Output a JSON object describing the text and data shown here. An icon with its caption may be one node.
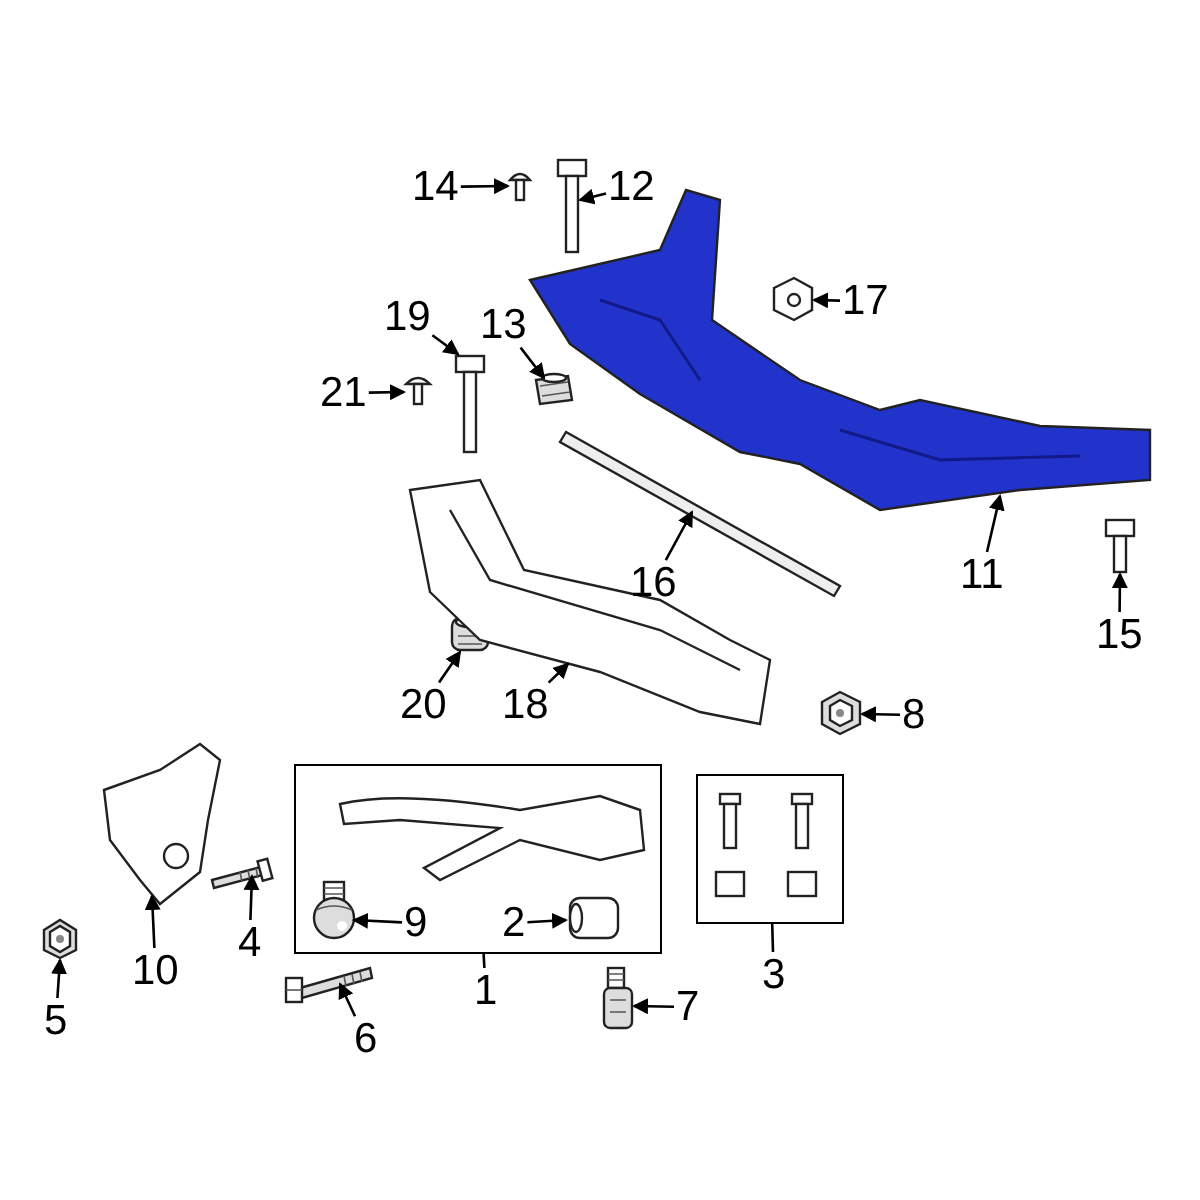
{
  "diagram": {
    "nodes": [
      {
        "text": [
          "14"
        ]
      },
      {
        "text": [
          "12"
        ]
      },
      {
        "text": [
          "17"
        ]
      },
      {
        "text": [
          "19"
        ]
      },
      {
        "text": [
          "13"
        ]
      },
      {
        "text": [
          "21"
        ]
      },
      {
        "text": [
          "16"
        ]
      },
      {
        "text": [
          "11"
        ]
      },
      {
        "text": [
          "15"
        ]
      },
      {
        "text": [
          "20"
        ]
      },
      {
        "text": [
          "18"
        ]
      },
      {
        "text": [
          "8"
        ]
      },
      {
        "text": [],
        "shape": "box"
      },
      {
        "text": [
          "9"
        ],
        "in": 12
      },
      {
        "text": [
          "2"
        ],
        "in": 12
      },
      {
        "text": [],
        "shape": "box"
      },
      {
        "text": [
          "10"
        ]
      },
      {
        "text": [
          "4"
        ]
      },
      {
        "text": [
          "5"
        ]
      },
      {
        "text": [
          "1"
        ]
      },
      {
        "text": [
          "6"
        ]
      },
      {
        "text": [
          "7"
        ]
      },
      {
        "text": [
          "3"
        ]
      },
      {
        "text": [],
        "shape": "picture"
      },
      {
        "text": [],
        "shape": "picture"
      },
      {
        "text": [],
        "shape": "picture"
      },
      {
        "text": [],
        "shape": "picture"
      },
      {
        "text": [],
        "shape": "picture"
      },
      {
        "text": [],
        "shape": "picture"
      },
      {
        "text": [],
        "shape": "picture"
      },
      {
        "text": [],
        "shape": "picture"
      },
      {
        "text": [],
        "shape": "picture"
      },
      {
        "text": [],
        "shape": "picture"
      },
      {
        "text": [],
        "shape": "picture"
      },
      {
        "text": [],
        "shape": "picture"
      },
      {
        "text": [],
        "shape": "picture",
        "in": 12
      },
      {
        "text": [],
        "shape": "picture",
        "in": 12
      },
      {
        "text": [],
        "shape": "picture"
      },
      {
        "text": [],
        "shape": "picture"
      },
      {
        "text": [],
        "shape": "picture"
      },
      {
        "text": [],
        "shape": "picture"
      },
      {
        "text": [],
        "shape": "picture"
      }
    ],
    "edges": [
      {
        "from": 0,
        "to": 23,
        "arrow": "to"
      },
      {
        "from": 1,
        "to": 24,
        "arrow": "to"
      },
      {
        "from": 2,
        "to": 25,
        "arrow": "to"
      },
      {
        "from": 3,
        "to": 26,
        "arrow": "to"
      },
      {
        "from": 4,
        "to": 27,
        "arrow": "to"
      },
      {
        "from": 5,
        "to": 28,
        "arrow": "to"
      },
      {
        "from": 6,
        "to": 29,
        "arrow": "to"
      },
      {
        "from": 7,
        "to": 30,
        "arrow": "to"
      },
      {
        "from": 8,
        "to": 31,
        "arrow": "to"
      },
      {
        "from": 9,
        "to": 32,
        "arrow": "to"
      },
      {
        "from": 10,
        "to": 33,
        "arrow": "to"
      },
      {
        "from": 11,
        "to": 34,
        "arrow": "to"
      },
      {
        "from": 13,
        "to": 35,
        "arrow": "to"
      },
      {
        "from": 14,
        "to": 36,
        "arrow": "to"
      },
      {
        "from": 16,
        "to": 37,
        "arrow": "to"
      },
      {
        "from": 17,
        "to": 38,
        "arrow": "to"
      },
      {
        "from": 18,
        "to": 39,
        "arrow": "to"
      },
      {
        "from": 19,
        "to": 12,
        "arrow": "none"
      },
      {
        "from": 20,
        "to": 40,
        "arrow": "to"
      },
      {
        "from": 21,
        "to": 41,
        "arrow": "to"
      },
      {
        "from": 22,
        "to": 15,
        "arrow": "none"
      }
    ]
  }
}
